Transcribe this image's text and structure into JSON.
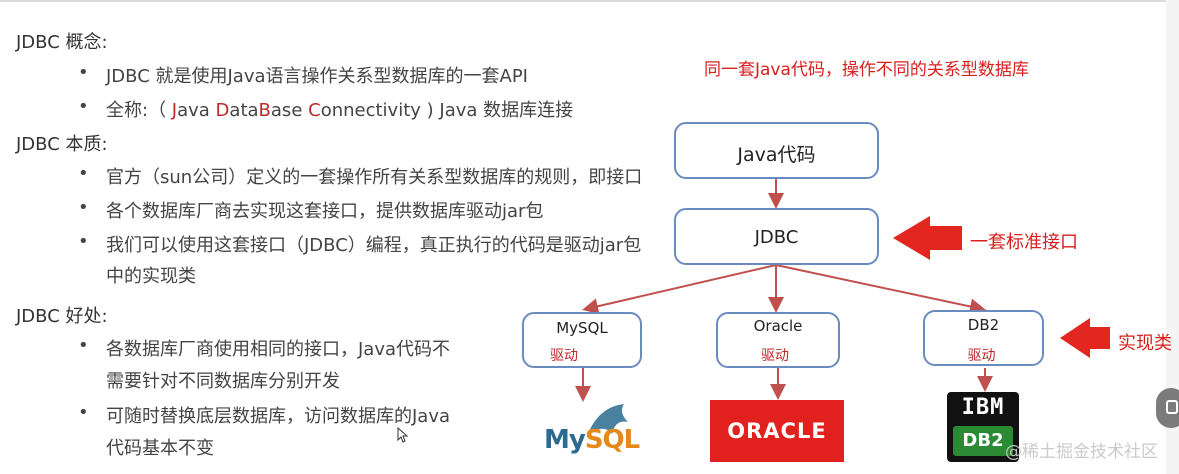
{
  "sections": [
    {
      "title": "JDBC 概念:",
      "bullets": [
        {
          "text": "JDBC 就是使用Java语言操作关系型数据库的一套API"
        },
        {
          "text_parts": [
            "全称:（ ",
            "J",
            "ava ",
            "D",
            "ata",
            "B",
            "ase ",
            "C",
            "onnectivity ) Java 数据库连接"
          ]
        }
      ]
    },
    {
      "title": "JDBC 本质:",
      "bullets": [
        {
          "text": "官方（sun公司）定义的一套操作所有关系型数据库的规则，即接口"
        },
        {
          "text": "各个数据库厂商去实现这套接口，提供数据库驱动jar包"
        },
        {
          "text": "我们可以使用这套接口（JDBC）编程，真正执行的代码是驱动jar包",
          "cont": "中的实现类"
        }
      ]
    },
    {
      "title": "JDBC 好处:",
      "bullets": [
        {
          "text": "各数据库厂商使用相同的接口，Java代码不",
          "cont": "需要针对不同数据库分别开发"
        },
        {
          "text": "可随时替换底层数据库，访问数据库的Java",
          "cont": "代码基本不变"
        }
      ]
    }
  ],
  "bullet_char": "•",
  "diagram": {
    "caption": "同一套Java代码，操作不同的关系型数据库",
    "java_box": "Java代码",
    "jdbc_box": "JDBC",
    "jdbc_note": "一套标准接口",
    "impl_note": "实现类",
    "drivers": [
      {
        "name": "MySQL",
        "sub": "驱动"
      },
      {
        "name": "Oracle",
        "sub": "驱动"
      },
      {
        "name": "DB2",
        "sub": "驱动"
      }
    ],
    "logos": {
      "mysql_my": "My",
      "mysql_sql": "SQL",
      "oracle": "ORACLE",
      "ibm": "IBM",
      "db2": "DB2"
    }
  },
  "watermark": "@稀土掘金技术社区",
  "colors": {
    "accent_red": "#d8201e",
    "box_border": "#6a8bc0",
    "line": "#c0504d"
  }
}
